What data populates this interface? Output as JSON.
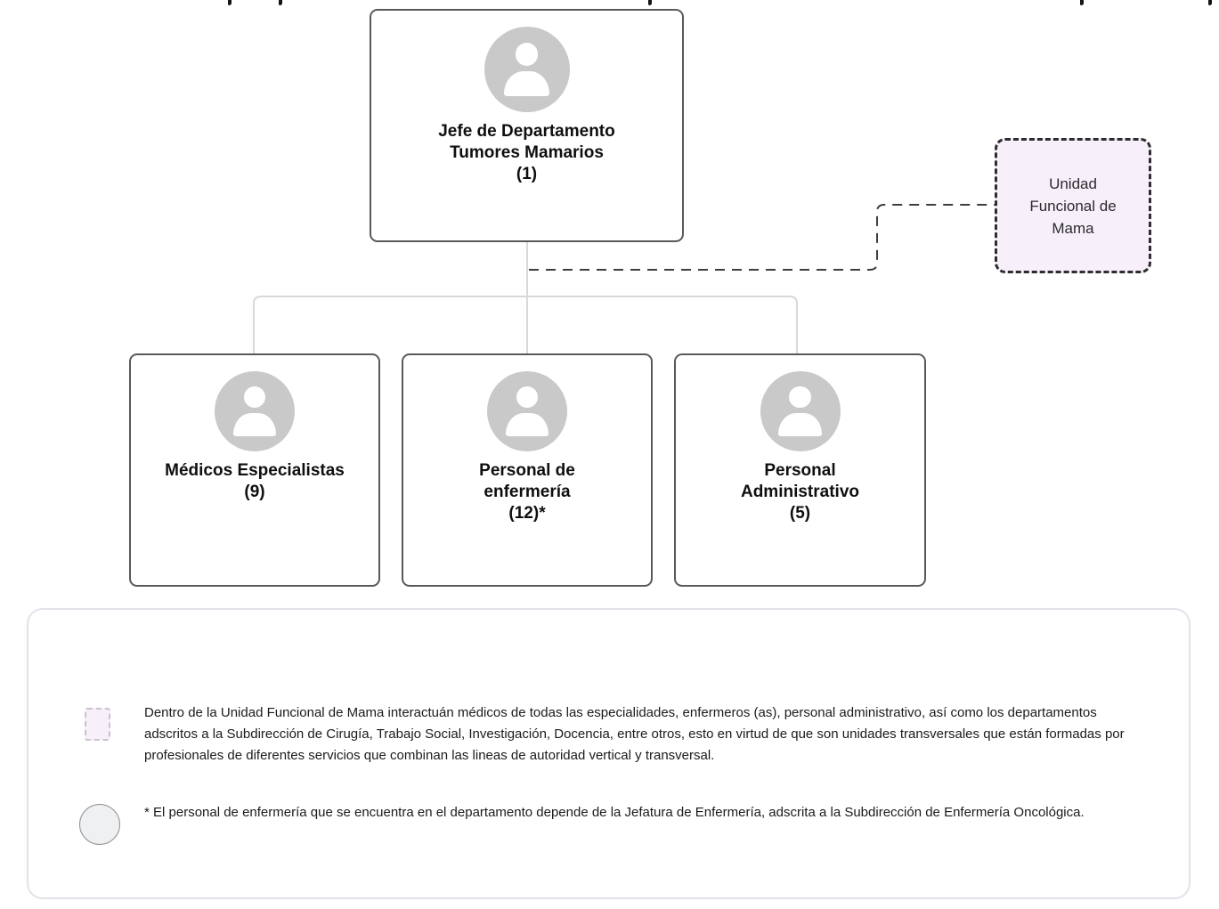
{
  "diagram": {
    "type": "org-chart",
    "nodes": {
      "jefe": {
        "role": "Jefe de Departamento Tumores Mamarios",
        "count": "(1)",
        "lines": [
          "Jefe de Departamento",
          "Tumores Mamarios",
          "(1)"
        ]
      },
      "medicos": {
        "role": "Médicos Especialistas",
        "count": "(9)",
        "lines": [
          "Médicos Especialistas",
          "(9)"
        ]
      },
      "enfermeria": {
        "role": "Personal de enfermería",
        "count": "(12)*",
        "lines": [
          "Personal de",
          "enfermería",
          "(12)*"
        ]
      },
      "admin": {
        "role": "Personal Administrativo",
        "count": "(5)",
        "lines": [
          "Personal",
          "Administrativo",
          "(5)"
        ]
      },
      "unidad": {
        "role": "Unidad Funcional de Mama",
        "lines": [
          "Unidad",
          "Funcional de",
          "Mama"
        ]
      }
    },
    "edges": [
      {
        "from": "jefe",
        "to": "medicos",
        "style": "solid-light"
      },
      {
        "from": "jefe",
        "to": "enfermeria",
        "style": "solid-light"
      },
      {
        "from": "jefe",
        "to": "admin",
        "style": "solid-light"
      },
      {
        "from": "jefe",
        "to": "unidad",
        "style": "dashed-dark"
      }
    ]
  },
  "legend": {
    "items": [
      {
        "icon": "dashed-lavender-square-icon",
        "text": "Dentro de la Unidad Funcional de Mama interactuán médicos de todas las especialidades, enfermeros (as), personal administrativo, así como los departamentos adscritos a la Subdirección de Cirugía, Trabajo Social, Investigación, Docencia, entre otros, esto en virtud de que son unidades transversales que están formadas por profesionales de diferentes servicios que combinan las lineas de autoridad vertical y transversal."
      },
      {
        "icon": "gray-circle-icon",
        "text": "* El personal de enfermería que se encuentra en el departamento depende de la Jefatura de Enfermería, adscrita a la Subdirección de Enfermería Oncológica."
      }
    ]
  },
  "colors": {
    "node_border": "#595959",
    "unidad_fill": "#f7f0fb",
    "unidad_border": "#2d2d2d",
    "avatar_gray": "#c9c9c9",
    "tree_line": "#d9d9d9",
    "dashed_line": "#3f3f3f",
    "legend_border": "#e2e3ea"
  }
}
